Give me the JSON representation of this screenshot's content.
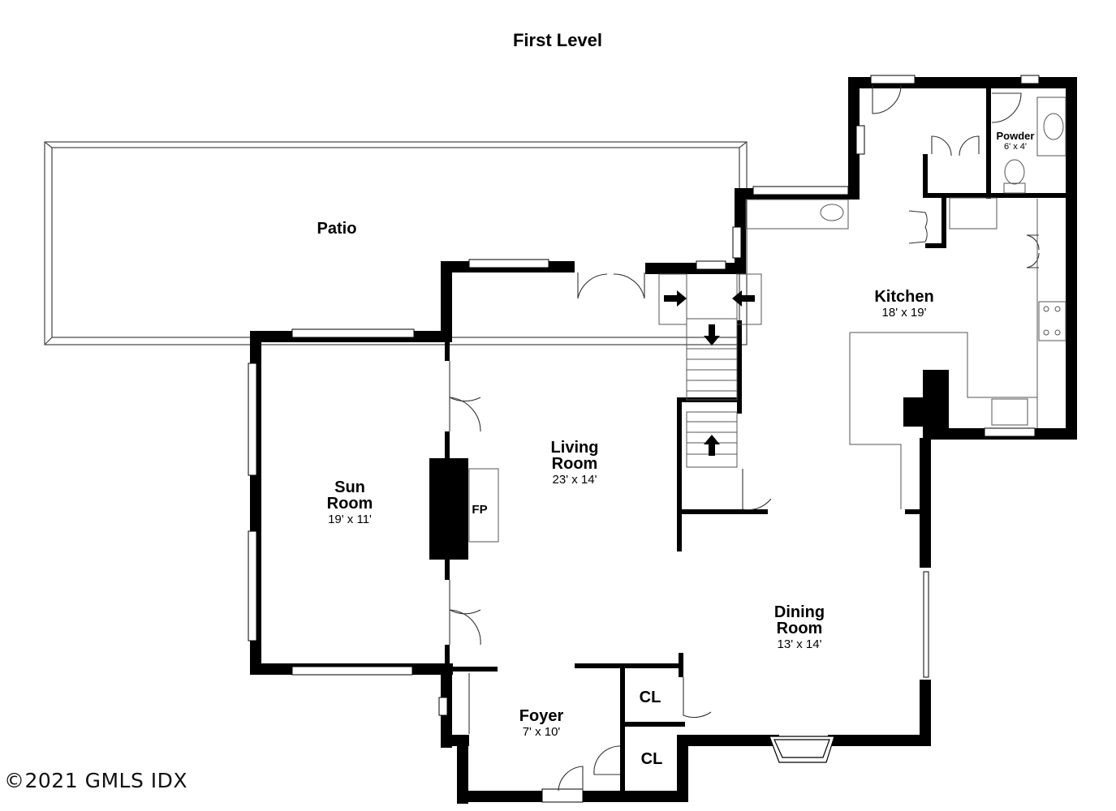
{
  "title": "First Level",
  "rooms": {
    "patio": {
      "name": "Patio"
    },
    "kitchen": {
      "name": "Kitchen",
      "size": "18' x 19'"
    },
    "powder": {
      "name": "Powder",
      "size": "6' x 4'"
    },
    "living": {
      "name_line1": "Living",
      "name_line2": "Room",
      "size": "23' x 14'"
    },
    "sun": {
      "name_line1": "Sun",
      "name_line2": "Room",
      "size": "19' x 11'"
    },
    "fireplace": {
      "name": "FP"
    },
    "dining": {
      "name_line1": "Dining",
      "name_line2": "Room",
      "size": "13' x 14'"
    },
    "foyer": {
      "name": "Foyer",
      "size": "7' x 10'"
    },
    "closet_upper": {
      "name": "CL"
    },
    "closet_lower": {
      "name": "CL"
    }
  },
  "copyright": "©2021 GMLS IDX",
  "colors": {
    "wall": "#000000",
    "window": "#ffffff",
    "line": "#555555"
  }
}
